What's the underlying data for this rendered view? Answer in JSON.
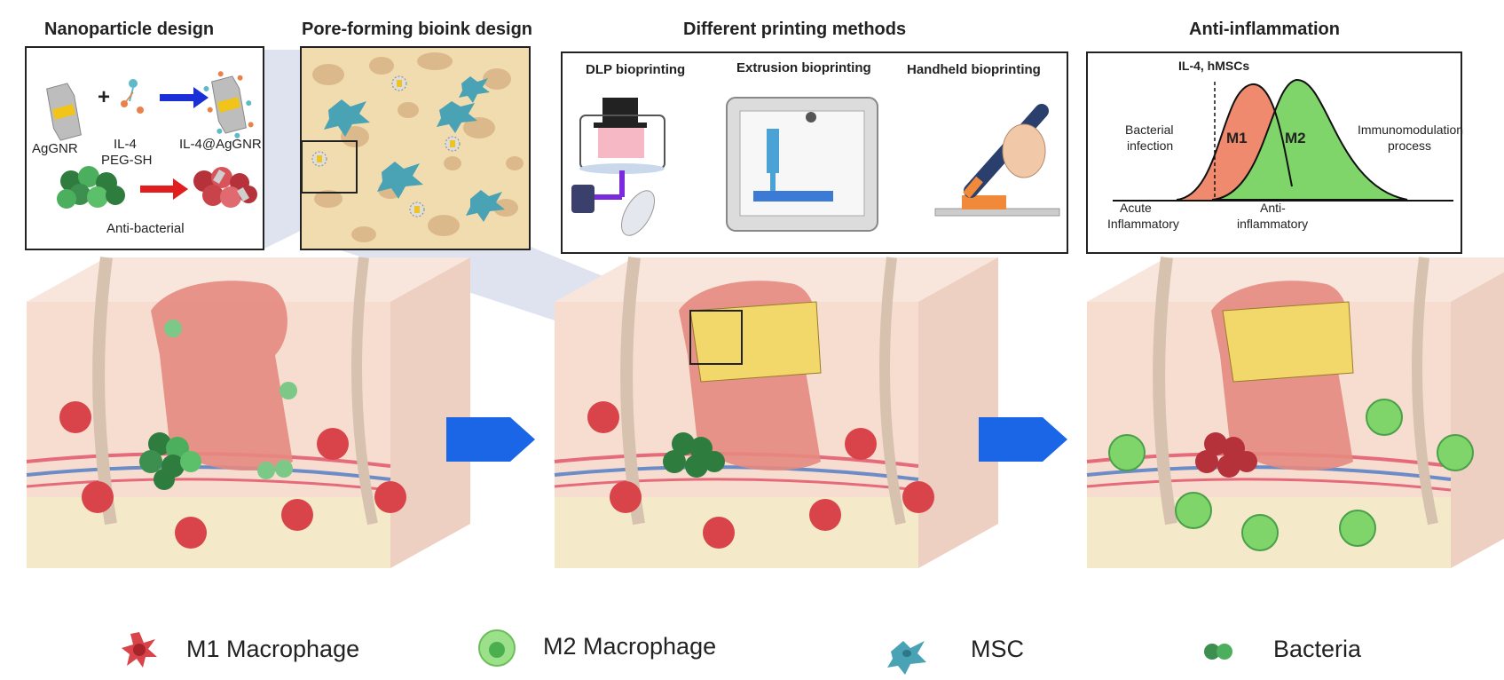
{
  "titles": {
    "nanoparticle": "Nanoparticle design",
    "bioink": "Pore-forming bioink design",
    "printing": "Different printing methods",
    "inflammation": "Anti-inflammation"
  },
  "nanoparticle_panel": {
    "agngr": "AgGNR",
    "il4": "IL-4",
    "pegsh": "PEG-SH",
    "product": "IL-4@AgGNR",
    "antibacterial": "Anti-bacterial",
    "plus": "+"
  },
  "printing_panel": {
    "dlp": "DLP bioprinting",
    "extrusion": "Extrusion bioprinting",
    "handheld": "Handheld bioprinting"
  },
  "inflammation_panel": {
    "trigger": "IL-4, hMSCs",
    "bacterial": "Bacterial",
    "infection": "infection",
    "m1": "M1",
    "m2": "M2",
    "immuno1": "Immunomodulation",
    "immuno2": "process",
    "acute1": "Acute",
    "acute2": "Inflammatory",
    "anti1": "Anti-",
    "anti2": "inflammatory"
  },
  "legend": {
    "m1": "M1 Macrophage",
    "m2": "M2 Macrophage",
    "msc": "MSC",
    "bacteria": "Bacteria"
  },
  "colors": {
    "m1_red": "#d9434a",
    "m2_green": "#7fd46a",
    "msc_teal": "#4aa3b5",
    "bacteria_green": "#3c8f4f",
    "arrow_blue": "#1a66e6",
    "skin": "#f3d2c4",
    "wound": "#e6807a",
    "fat": "#f4e9c8"
  }
}
